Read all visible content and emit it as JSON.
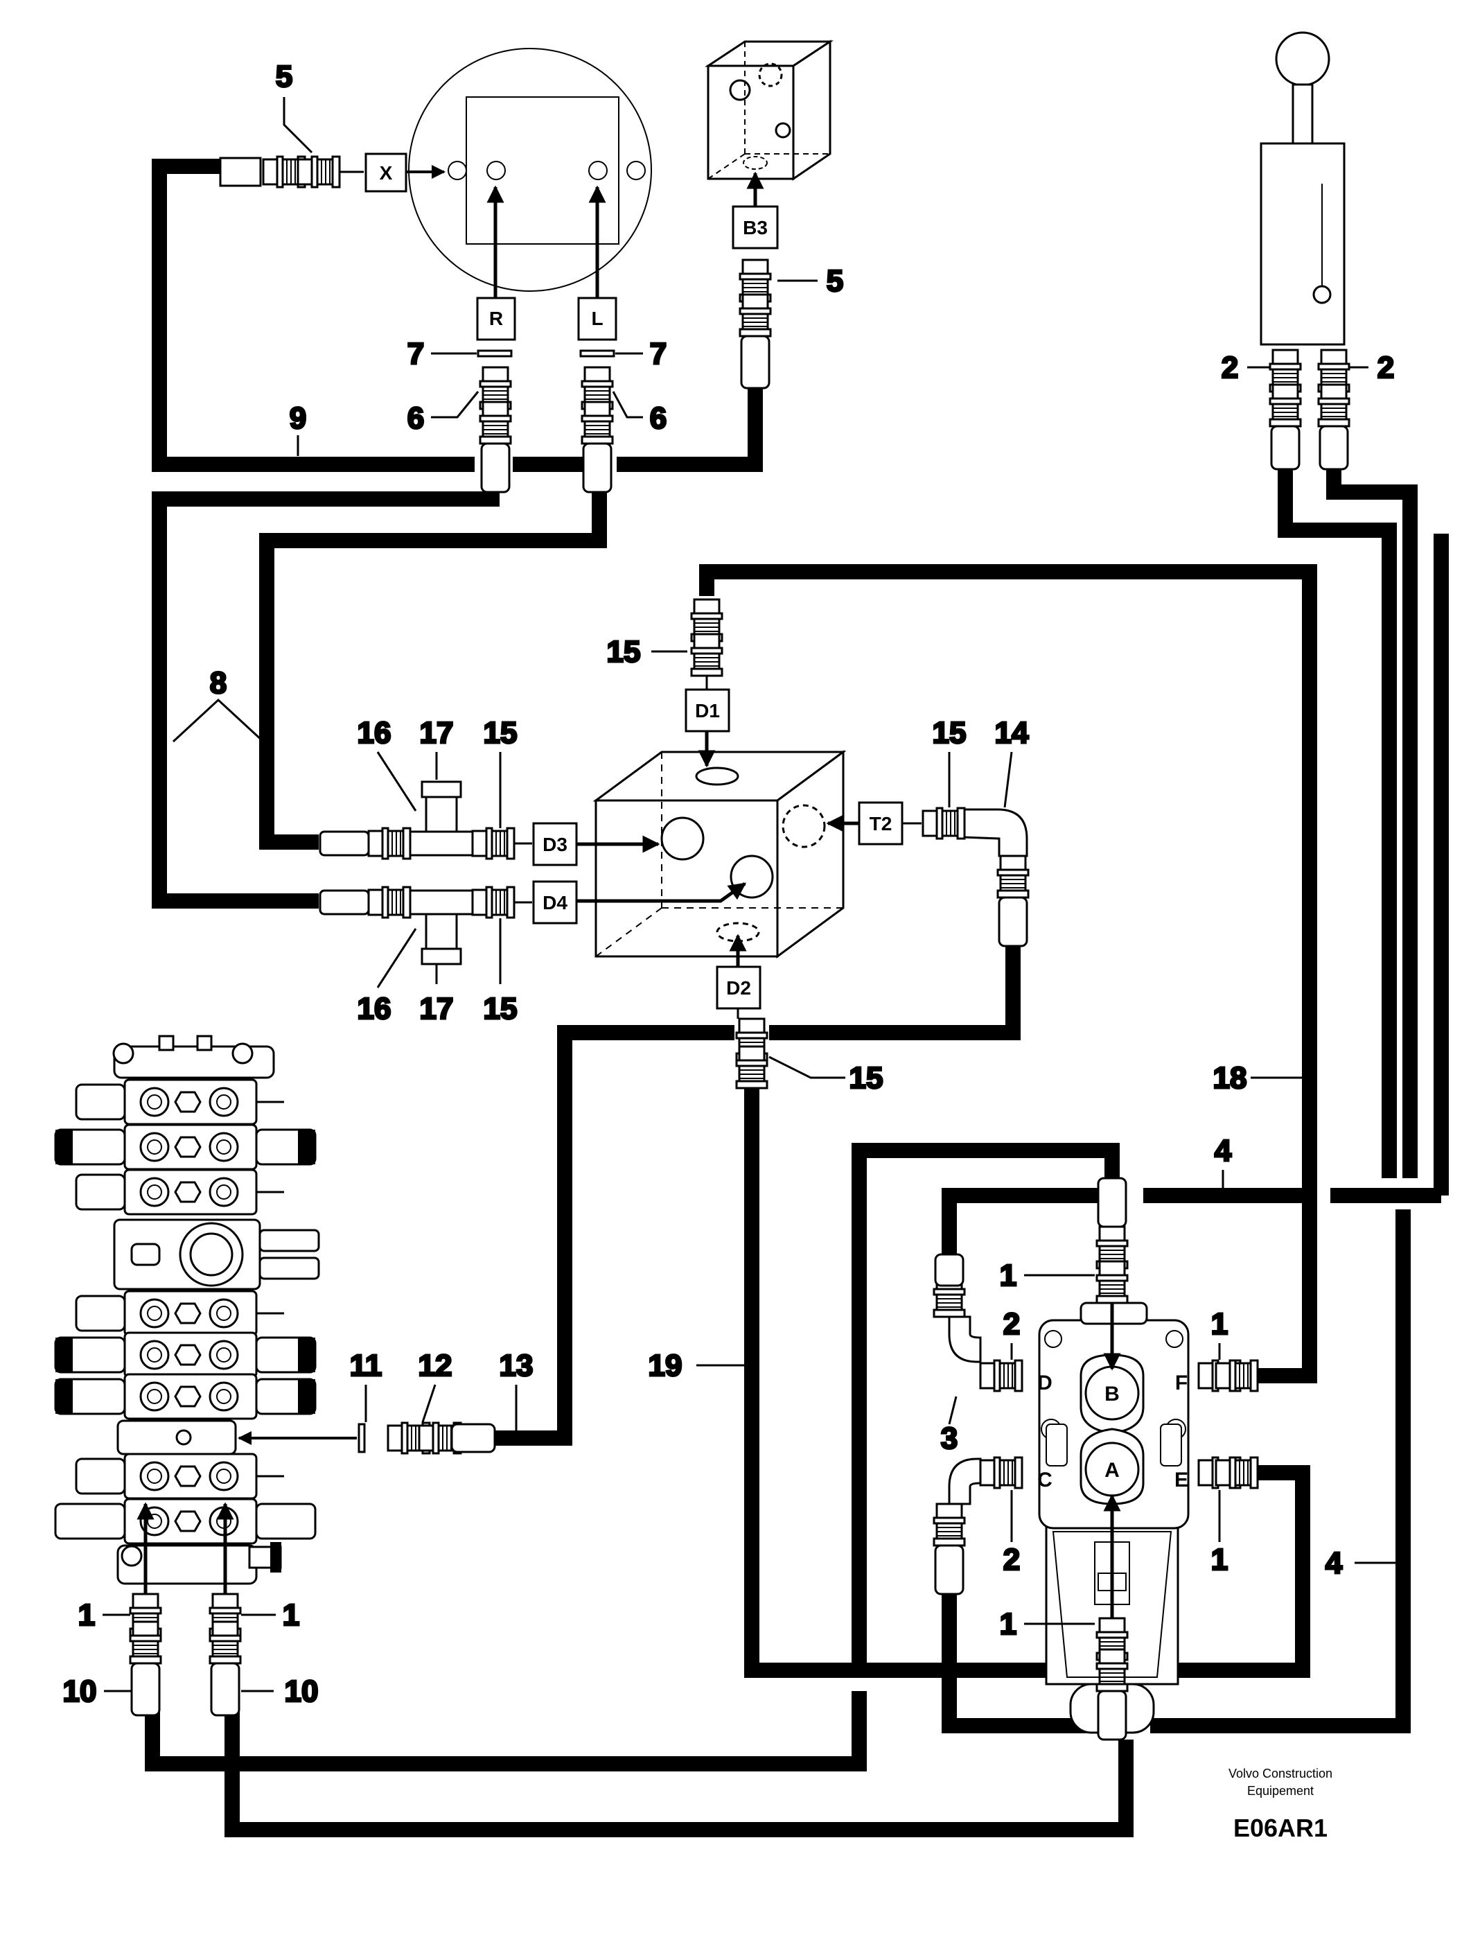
{
  "diagram": {
    "callouts": {
      "c1a": "1",
      "c1b": "1",
      "c1c": "1",
      "c1d": "1",
      "c1e": "1",
      "c1f": "1",
      "c2a": "2",
      "c2b": "2",
      "c2c": "2",
      "c2d": "2",
      "c3": "3",
      "c4a": "4",
      "c4b": "4",
      "c5a": "5",
      "c5b": "5",
      "c6a": "6",
      "c6b": "6",
      "c7a": "7",
      "c7b": "7",
      "c8": "8",
      "c9": "9",
      "c10a": "10",
      "c10b": "10",
      "c11": "11",
      "c12": "12",
      "c13": "13",
      "c14": "14",
      "c15a": "15",
      "c15b": "15",
      "c15c": "15",
      "c15d": "15",
      "c15e": "15",
      "c16a": "16",
      "c16b": "16",
      "c17a": "17",
      "c17b": "17",
      "c18": "18",
      "c19": "19"
    },
    "boxes": {
      "x": "X",
      "r": "R",
      "l": "L",
      "b3": "B3",
      "d1": "D1",
      "d2": "D2",
      "d3": "D3",
      "d4": "D4",
      "t2": "T2"
    },
    "ports": {
      "a": "A",
      "b": "B",
      "c": "C",
      "d": "D",
      "e": "E",
      "f": "F"
    },
    "footer": {
      "company_line1": "Volvo Construction",
      "company_line2": "Equipement",
      "code": "E06AR1"
    }
  }
}
